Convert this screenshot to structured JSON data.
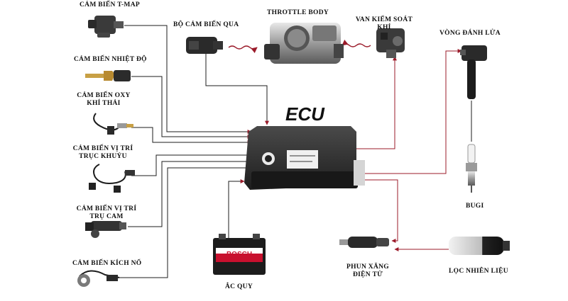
{
  "ecu": {
    "title": "ECU"
  },
  "labels": {
    "tmap": "CẢM BIẾN T-MAP",
    "temp": "CẢM BIẾN NHIỆT ĐỘ",
    "oxy_line1": "CẢM BIẾN OXY",
    "oxy_line2": "KHÍ THẢI",
    "crank_line1": "CẢM BIẾN VỊ TRÍ",
    "crank_line2": "TRỤC KHUỶU",
    "cam_line1": "CẢM BIẾN VỊ TRÍ",
    "cam_line2": "TRỤ CAM",
    "knock": "CẢM BIẾN KÍCH NỔ",
    "tps": "BỘ CẢM BIẾN QUA",
    "throttle": "THROTTLE BODY",
    "valve_line1": "VAN KIỂM SOÁT",
    "valve_line2": "KHÍ",
    "coil": "VÒNG ĐÁNH LỬA",
    "spark": "BUGI",
    "injector_line1": "PHUN XĂNG",
    "injector_line2": "ĐIỆN TỬ",
    "filter": "LỌC NHIÊN LIỆU",
    "battery": "ẮC QUY"
  },
  "battery_brand": "BOSCH",
  "colors": {
    "wire": "#9b1b2a",
    "wire_dark": "#1c1c1c",
    "ecu_body": "#2b2b2b",
    "battery_red": "#c8102e"
  }
}
